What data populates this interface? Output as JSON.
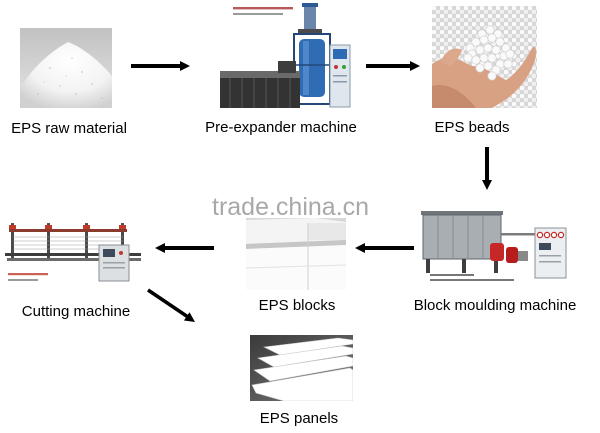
{
  "watermark": "trade.china.cn",
  "steps": [
    {
      "label": "EPS raw material"
    },
    {
      "label": "Pre-expander machine"
    },
    {
      "label": "EPS beads"
    },
    {
      "label": "Block moulding machine"
    },
    {
      "label": "EPS blocks"
    },
    {
      "label": "Cutting machine"
    },
    {
      "label": "EPS panels"
    }
  ],
  "colors": {
    "background": "#ffffff",
    "arrow": "#000000",
    "label_text": "#000000",
    "watermark": "#8c8c8c"
  }
}
